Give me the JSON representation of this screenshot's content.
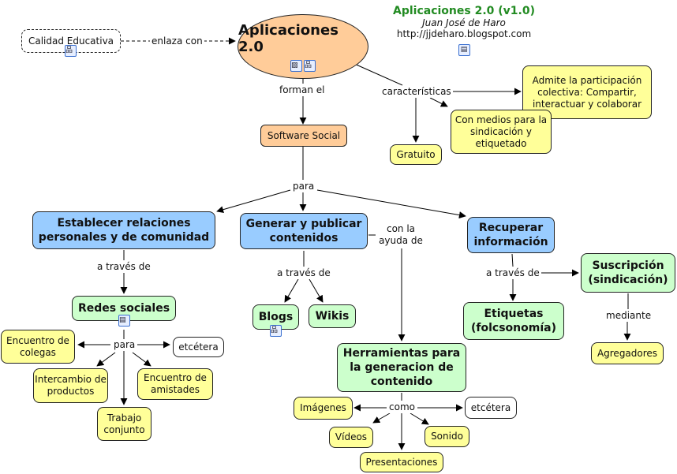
{
  "header": {
    "title": "Aplicaciones 2.0 (v1.0)",
    "author": "Juan José de Haro",
    "url": "http://jjdeharo.blogspot.com",
    "icon": "document-icon"
  },
  "nodes": {
    "main": {
      "label": "Aplicaciones 2.0",
      "icons": [
        "image-icon",
        "concept-map-icon"
      ]
    },
    "calidad": {
      "label": "Calidad Educativa",
      "icon": "concept-map-icon"
    },
    "software": {
      "label": "Software Social"
    },
    "admite": {
      "label": "Admite la participación colectiva: Compartir, interactuar y colaborar"
    },
    "medios": {
      "label": "Con medios para la sindicación y etiquetado"
    },
    "gratuito": {
      "label": "Gratuito"
    },
    "establecer": {
      "label": "Establecer relaciones personales y de comunidad"
    },
    "generar": {
      "label": "Generar y publicar contenidos"
    },
    "recuperar": {
      "label": "Recuperar información"
    },
    "redes": {
      "label": "Redes sociales",
      "icon": "document-icon"
    },
    "blogs": {
      "label": "Blogs",
      "icon": "concept-map-icon"
    },
    "wikis": {
      "label": "Wikis"
    },
    "etiquetas": {
      "label": "Etiquetas (folcsonomía)"
    },
    "suscripcion": {
      "label": "Suscripción (sindicación)"
    },
    "agregadores": {
      "label": "Agregadores"
    },
    "herramientas": {
      "label": "Herramientas para la generacion de contenido"
    },
    "colegas": {
      "label": "Encuentro de colegas"
    },
    "etc1": {
      "label": "etcétera"
    },
    "intercambio": {
      "label": "Intercambio de productos"
    },
    "amistades": {
      "label": "Encuentro de amistades"
    },
    "trabajo": {
      "label": "Trabajo conjunto"
    },
    "imagenes": {
      "label": "Imágenes"
    },
    "etc2": {
      "label": "etcétera"
    },
    "videos": {
      "label": "Vídeos"
    },
    "sonido": {
      "label": "Sonido"
    },
    "presentaciones": {
      "label": "Presentaciones"
    }
  },
  "links": {
    "enlaza": "enlaza con",
    "forman": "forman el",
    "caracteristicas": "características",
    "para1": "para",
    "atraves1": "a través de",
    "atraves2": "a través de",
    "conayuda": "con la ayuda de",
    "atraves3": "a través de",
    "mediante": "mediante",
    "para2": "para",
    "como": "como"
  }
}
